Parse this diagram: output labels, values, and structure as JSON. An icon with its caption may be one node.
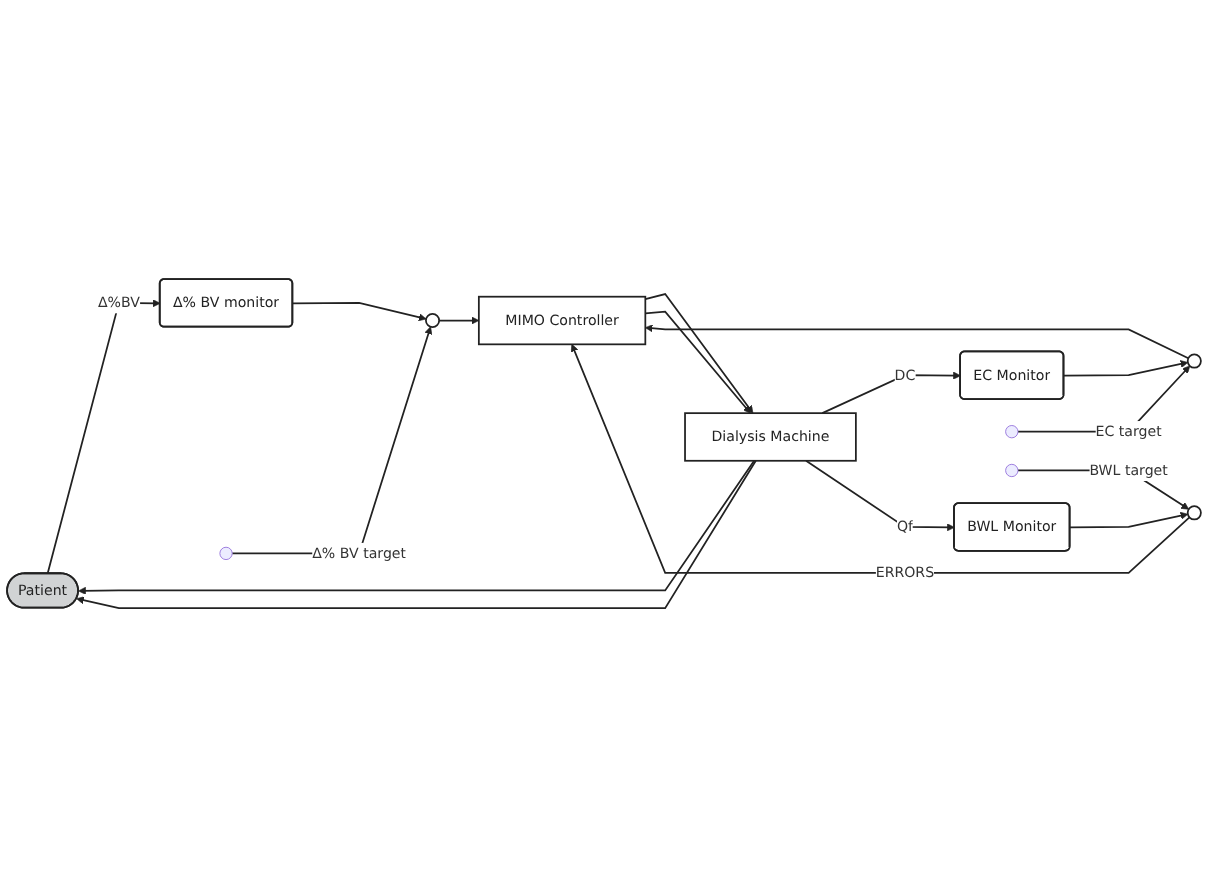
{
  "diagram": {
    "nodes": [
      {
        "text": [
          "Patient"
        ]
      },
      {
        "text": [
          "Δ% BV monitor"
        ]
      },
      {
        "text": [],
        "shape": "circle"
      },
      {
        "text": [
          "EC Monitor"
        ]
      },
      {
        "text": [],
        "shape": "circle"
      },
      {
        "text": [
          "BWL Monitor"
        ]
      },
      {
        "text": [],
        "shape": "circle"
      },
      {
        "text": [
          "Dialysis Machine"
        ]
      },
      {
        "text": [
          "MIMO Controller"
        ]
      }
    ],
    "edges": [
      {
        "from": 0,
        "to": 1,
        "arrow": "to",
        "label": "Δ%BV"
      },
      {
        "from": 1,
        "to": 2,
        "arrow": "to"
      },
      {
        "from": null,
        "to": 2,
        "arrow": "to",
        "label": "Δ% BV target"
      },
      {
        "from": 7,
        "to": 3,
        "arrow": "to",
        "label": "DC"
      },
      {
        "from": 3,
        "to": 4,
        "arrow": "to"
      },
      {
        "from": null,
        "to": 4,
        "arrow": "to",
        "label": "EC target"
      },
      {
        "from": 7,
        "to": 5,
        "arrow": "to",
        "label": "Qf"
      },
      {
        "from": 5,
        "to": 6,
        "arrow": "to"
      },
      {
        "from": null,
        "to": 6,
        "arrow": "to",
        "label": "BWL target"
      },
      {
        "from": 6,
        "to": 8,
        "arrow": "to",
        "label": "ERRORS"
      },
      {
        "from": 4,
        "to": 8,
        "arrow": "to"
      },
      {
        "from": 2,
        "to": 8,
        "arrow": "to"
      },
      {
        "from": 8,
        "to": 7,
        "arrow": "to"
      },
      {
        "from": 8,
        "to": 7,
        "arrow": "to"
      },
      {
        "from": 7,
        "to": 0,
        "arrow": "to"
      },
      {
        "from": 7,
        "to": 0,
        "arrow": "to"
      }
    ]
  }
}
